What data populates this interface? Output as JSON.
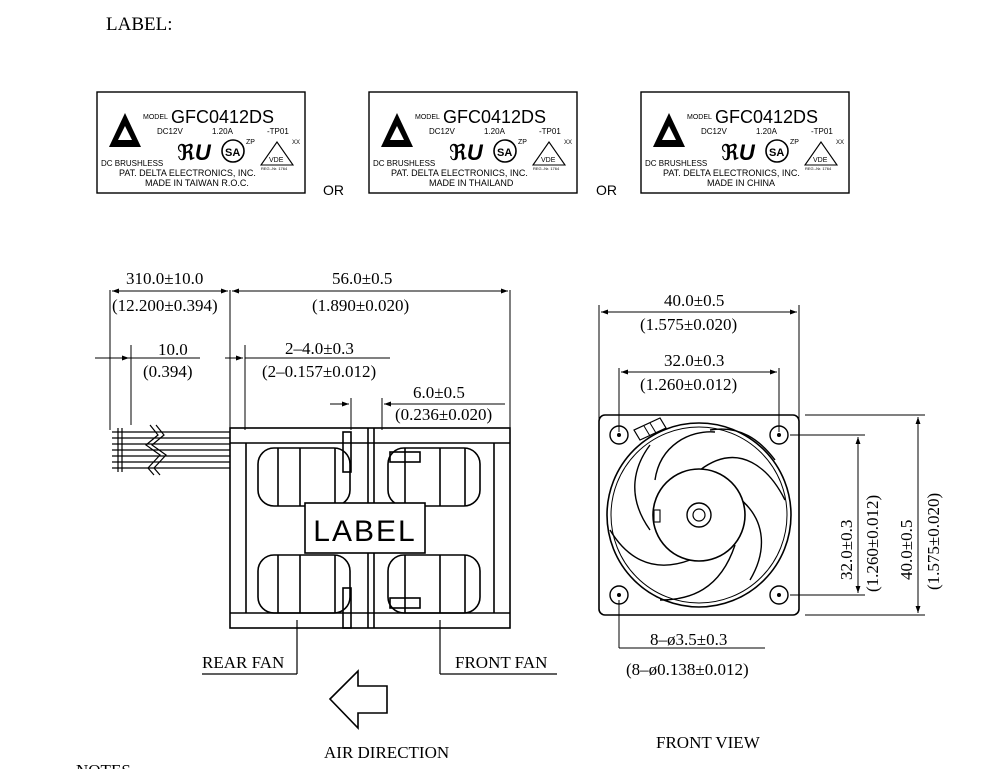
{
  "heading": "LABEL:",
  "separator": "OR",
  "labels": [
    {
      "model_prefix": "MODEL",
      "model": "GFC0412DS",
      "voltage": "DC12V",
      "current": "1.20A",
      "suffix": "-TP01",
      "type": "DC BRUSHLESS",
      "patent": "PAT.  DELTA ELECTRONICS, INC.",
      "origin": "MADE IN TAIWAN R.O.C.",
      "zp": "ZP",
      "xx": "XX",
      "vde": "VDE",
      "reg": "REG.-Nr. 1764"
    },
    {
      "model_prefix": "MODEL",
      "model": "GFC0412DS",
      "voltage": "DC12V",
      "current": "1.20A",
      "suffix": "-TP01",
      "type": "DC BRUSHLESS",
      "patent": "PAT.  DELTA ELECTRONICS, INC.",
      "origin": "MADE IN THAILAND",
      "zp": "ZP",
      "xx": "XX",
      "vde": "VDE",
      "reg": "REG.-Nr. 1764"
    },
    {
      "model_prefix": "MODEL",
      "model": "GFC0412DS",
      "voltage": "DC12V",
      "current": "1.20A",
      "suffix": "-TP01",
      "type": "DC BRUSHLESS",
      "patent": "PAT.  DELTA ELECTRONICS, INC.",
      "origin": "MADE IN CHINA",
      "zp": "ZP",
      "xx": "XX",
      "vde": "VDE",
      "reg": "REG.-Nr. 1764"
    }
  ],
  "side_view": {
    "lead_length": {
      "mm": "310.0±10.0",
      "inch": "(12.200±0.394)"
    },
    "depth": {
      "mm": "56.0±0.5",
      "inch": "(1.890±0.020)"
    },
    "strip": {
      "mm": "10.0",
      "inch": "(0.394)"
    },
    "hole_depth": {
      "mm": "2–4.0±0.3",
      "inch": "(2–0.157±0.012)"
    },
    "gap": {
      "mm": "6.0±0.5",
      "inch": "(0.236±0.020)"
    },
    "label_box": "LABEL",
    "rear_fan": "REAR FAN",
    "front_fan": "FRONT FAN",
    "air_direction": "AIR DIRECTION"
  },
  "front_view": {
    "width": {
      "mm": "40.0±0.5",
      "inch": "(1.575±0.020)"
    },
    "hole_pitch_h": {
      "mm": "32.0±0.3",
      "inch": "(1.260±0.012)"
    },
    "hole_pitch_v": {
      "mm": "32.0±0.3",
      "inch": "(1.260±0.012)"
    },
    "height": {
      "mm": "40.0±0.5",
      "inch": "(1.575±0.020)"
    },
    "holes": {
      "mm": "8–ø3.5±0.3",
      "inch": "(8–ø0.138±0.012)"
    },
    "title": "FRONT VIEW"
  },
  "notes_heading": "NOTES"
}
